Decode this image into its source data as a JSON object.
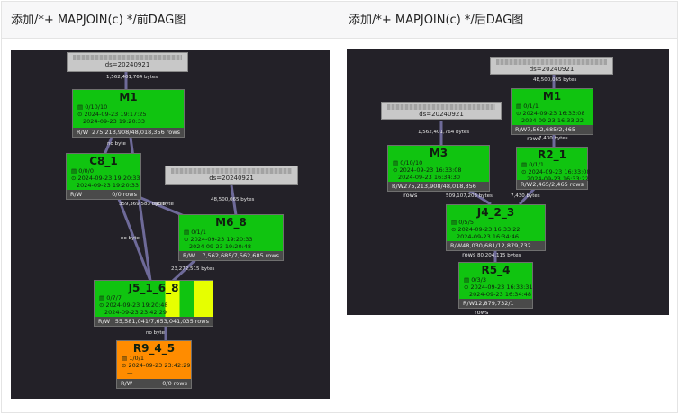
{
  "headers": {
    "left": "添加/*+ MAPJOIN(c) */前DAG图",
    "right": "添加/*+ MAPJOIN(c) */后DAG图"
  },
  "left_dag": {
    "sources": {
      "src1": {
        "label": "ds=20240921"
      },
      "src2": {
        "label": "ds=20240921"
      }
    },
    "nodes": {
      "M1": {
        "title": "M1",
        "l1": "▤ 0/10/10",
        "l2": "⊙ 2024-09-23 19:17:25",
        "l3": "2024-09-23 19:20:33",
        "rw": "R/W",
        "rows": "275,213,908/48,018,356 rows"
      },
      "C8_1": {
        "title": "C8_1",
        "l1": "▤ 0/0/0",
        "l2": "⊙ 2024-09-23 19:20:33",
        "l3": "2024-09-23 19:20:33",
        "rw": "R/W",
        "rows": "0/0 rows"
      },
      "M6_8": {
        "title": "M6_8",
        "l1": "▤ 0/1/1",
        "l2": "⊙ 2024-09-23 19:20:33",
        "l3": "2024-09-23 19:20:48",
        "rw": "R/W",
        "rows": "7,562,685/7,562,685 rows"
      },
      "J5": {
        "title": "J5_1_6_8",
        "l1": "▤ 0/7/7",
        "l2": "⊙ 2024-09-23 19:20:48",
        "l3": "2024-09-23 23:42:29",
        "rw": "R/W",
        "rows": "55,581,041/7,653,041,035 rows"
      },
      "R9": {
        "title": "R9_4_5",
        "l1": "▤ 1/0/1",
        "l2": "⊙ 2024-09-23 23:42:29",
        "l3": "—",
        "rw": "R/W",
        "rows": "0/0 rows"
      }
    },
    "edges": {
      "e1": "1,562,401,764 bytes",
      "e2": "no byte",
      "e3": "48,500,065 bytes",
      "e4": "359,369,583 bytes",
      "e5": "no byte",
      "e6": "no byte",
      "e7": "23,272,515 bytes",
      "e8": "no byte"
    }
  },
  "right_dag": {
    "sources": {
      "src1": {
        "label": "ds=20240921"
      },
      "src2": {
        "label": "ds=20240921"
      }
    },
    "nodes": {
      "M1": {
        "title": "M1",
        "l1": "▤ 0/1/1",
        "l2": "⊙ 2024-09-23 16:33:08",
        "l3": "2024-09-23 16:33:22",
        "rw": "R/W",
        "rows": "7,562,685/2,465 rows"
      },
      "M3": {
        "title": "M3",
        "l1": "▤ 0/10/10",
        "l2": "⊙ 2024-09-23 16:33:08",
        "l3": "2024-09-23 16:34:30",
        "rw": "R/W",
        "rows": "275,213,908/48,018,356 rows"
      },
      "R2_1": {
        "title": "R2_1",
        "l1": "▤ 0/1/1",
        "l2": "⊙ 2024-09-23 16:33:08",
        "l3": "2024-09-23 16:33:22",
        "rw": "R/W",
        "rows": "2,465/2,465 rows"
      },
      "J4": {
        "title": "J4_2_3",
        "l1": "▤ 0/5/5",
        "l2": "⊙ 2024-09-23 16:33:22",
        "l3": "2024-09-23 16:34:46",
        "rw": "R/W",
        "rows": "48,030,681/12,879,732 rows"
      },
      "R5": {
        "title": "R5_4",
        "l1": "▤ 0/3/3",
        "l2": "⊙ 2024-09-23 16:33:31",
        "l3": "2024-09-23 16:34:48",
        "rw": "R/W",
        "rows": "12,879,732/1 rows"
      }
    },
    "edges": {
      "e1": "48,500,065 bytes",
      "e2": "1,562,401,764 bytes",
      "e3": "7,430 bytes",
      "e4": "509,107,203 bytes",
      "e5": "7,430 bytes",
      "e6": "80,204,115 bytes"
    }
  },
  "colors": {
    "node_green": "#10c410",
    "node_orange": "#ff8c00",
    "node_yellow": "#e6ff00",
    "panel_bg": "#232128"
  }
}
